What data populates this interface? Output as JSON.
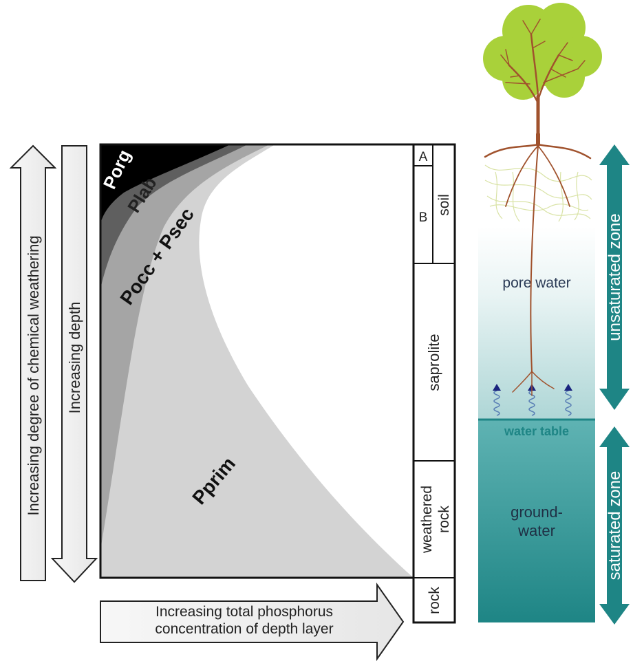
{
  "arrows": {
    "chemical_weathering": "Increasing degree of chemical weathering",
    "depth": "Increasing depth",
    "phosphorus_line1": "Increasing total phosphorus",
    "phosphorus_line2": "concentration of depth layer"
  },
  "p_pools": {
    "porg": "Porg",
    "plab": "Plab",
    "pocc_psec": "Pocc + Psec",
    "pprim": "Pprim"
  },
  "profile": {
    "horizon_a": "A",
    "horizon_b": "B",
    "soil": "soil",
    "saprolite": "saprolite",
    "weathered_rock_line1": "weathered",
    "weathered_rock_line2": "rock",
    "rock": "rock"
  },
  "hydrology": {
    "pore_water": "pore water",
    "water_table": "water table",
    "groundwater_line1": "ground-",
    "groundwater_line2": "water",
    "unsaturated_zone": "unsaturated zone",
    "saturated_zone": "saturated zone"
  },
  "colors": {
    "porg": "#000000",
    "plab": "#5a5a5a",
    "pocc_psec": "#9a9a9a",
    "pprim": "#d3d3d3",
    "teal": "#1e8585",
    "canopy": "#a9d13a",
    "trunk": "#a0522d"
  }
}
